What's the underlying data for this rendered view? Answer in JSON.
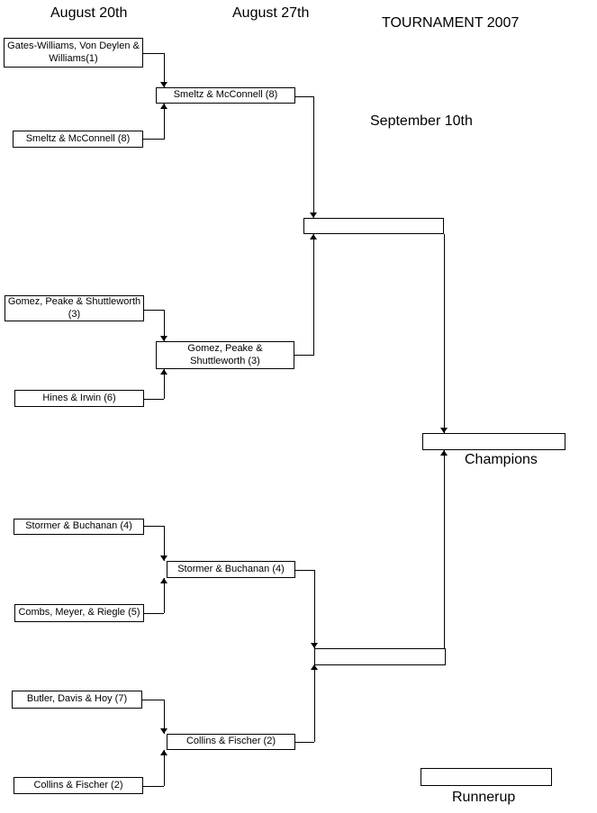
{
  "title": "TOURNAMENT 2007",
  "dates": {
    "round1": "August 20th",
    "round2": "August 27th",
    "final": "September 10th"
  },
  "result_labels": {
    "champions": "Champions",
    "runnerup": "Runnerup"
  },
  "round1": [
    "Gates-Williams, Von Deylen & Williams(1)",
    "Smeltz & McConnell (8)",
    "Gomez, Peake & Shuttleworth (3)",
    "Hines & Irwin (6)",
    "Stormer & Buchanan (4)",
    "Combs, Meyer, & Riegle (5)",
    "Butler, Davis & Hoy (7)",
    "Collins & Fischer (2)"
  ],
  "round2": [
    "Smeltz & McConnell (8)",
    "Gomez, Peake & Shuttleworth (3)",
    "Stormer & Buchanan (4)",
    "Collins & Fischer (2)"
  ],
  "semifinals": [
    "",
    ""
  ],
  "final": {
    "champion": "",
    "runnerup": ""
  },
  "colors": {
    "line": "#000000",
    "text": "#000000",
    "background": "#ffffff"
  }
}
